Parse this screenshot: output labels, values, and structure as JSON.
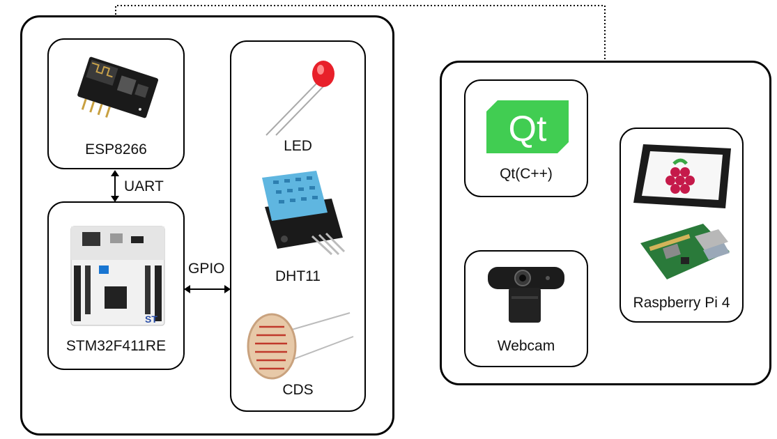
{
  "devices": {
    "esp": {
      "label": "ESP8266"
    },
    "stm": {
      "label": "STM32F411RE"
    },
    "led": {
      "label": "LED"
    },
    "dht": {
      "label": "DHT11"
    },
    "cds": {
      "label": "CDS"
    },
    "qt": {
      "label": "Qt(C++)",
      "logo_text": "Qt"
    },
    "webcam": {
      "label": "Webcam"
    },
    "rpi": {
      "label": "Raspberry Pi 4"
    }
  },
  "connections": {
    "uart": "UART",
    "gpio": "GPIO"
  },
  "colors": {
    "qt_green": "#41cd52",
    "led_red": "#e8202a",
    "dht_blue": "#5fb6e0",
    "rpi_red": "#c51a4a",
    "pcb_green": "#2a7a3a"
  }
}
